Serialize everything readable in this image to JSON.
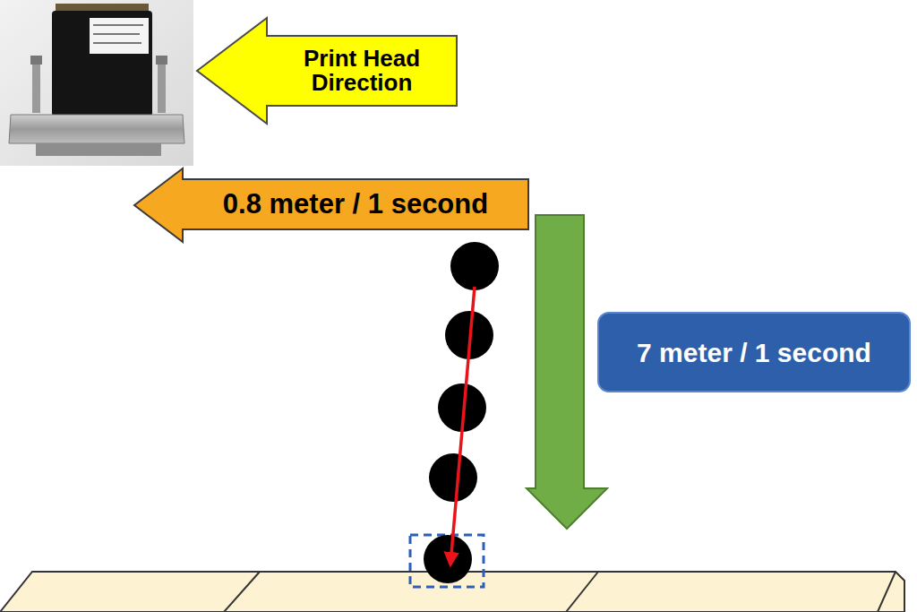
{
  "diagram": {
    "nodes": [
      {
        "text": [
          "Print Head Direction"
        ]
      },
      {
        "text": [
          "0.8 meter / 1 second"
        ]
      },
      {
        "text": [
          "7 meter / 1 second"
        ]
      }
    ]
  }
}
